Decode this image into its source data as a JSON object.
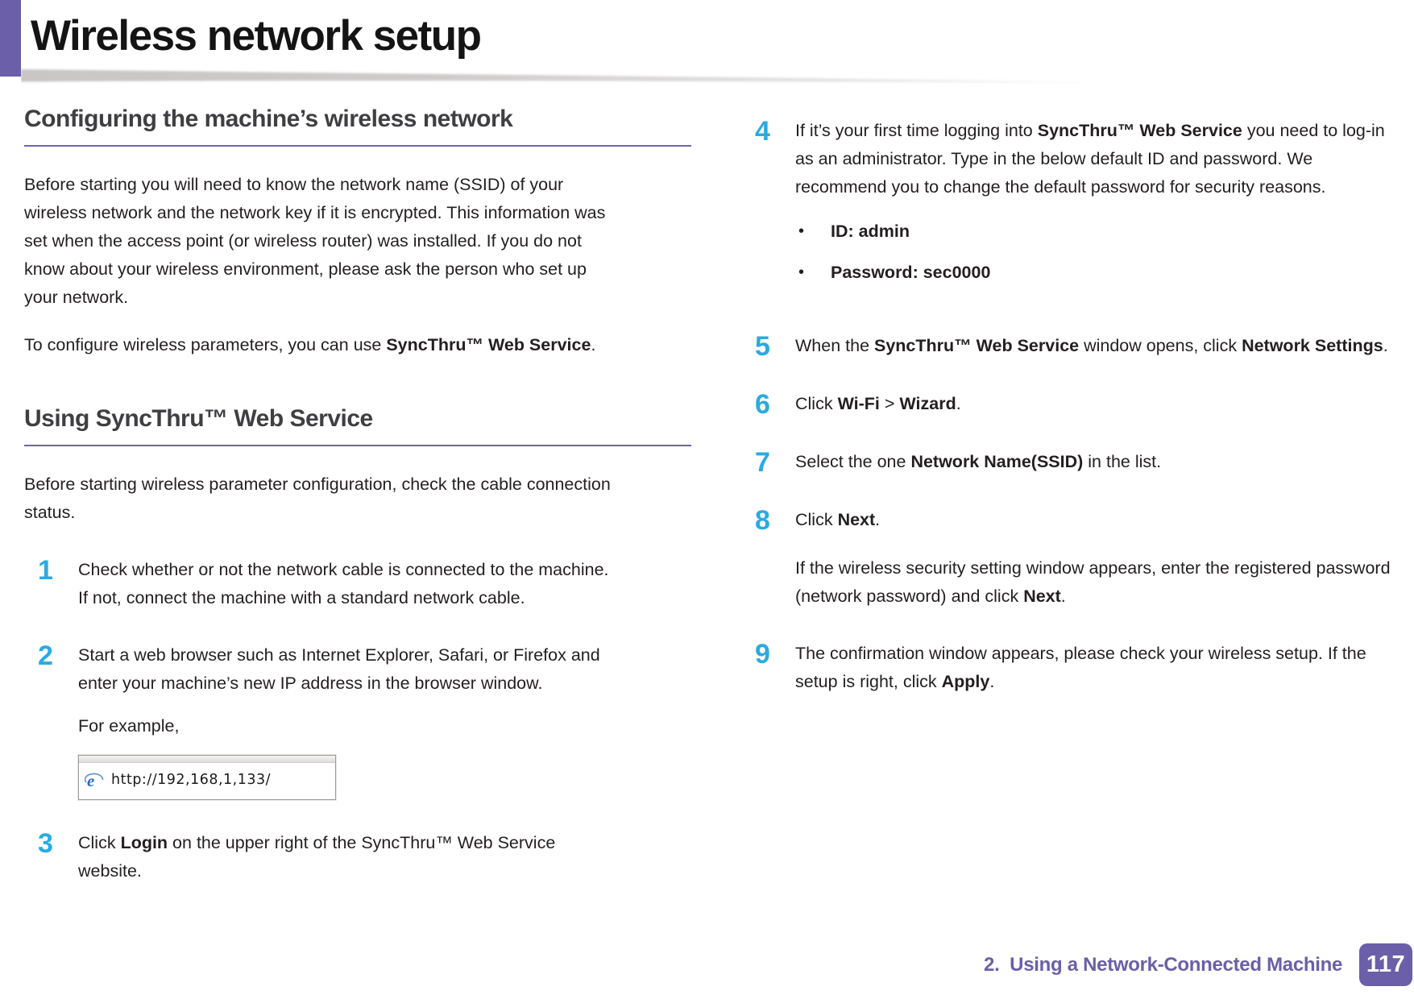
{
  "colors": {
    "accent_purple": "#6a5fa8",
    "step_number_cyan": "#29abe2",
    "heading_gray": "#3f3e41",
    "body_black": "#231f20"
  },
  "header": {
    "title": "Wireless network setup"
  },
  "sections": {
    "configuring": {
      "heading": "Configuring the machine’s wireless network",
      "p1": [
        {
          "t": "Before starting you will need to know the network name (SSID) of your wireless network and the network key if it is encrypted. This information was set when the access point (or wireless router) was installed. If you do not know about your wireless environment, please ask the person who set up your network."
        }
      ],
      "p2": [
        {
          "t": "To configure wireless parameters, you can use "
        },
        {
          "t": "SyncThru™ Web Service",
          "b": true
        },
        {
          "t": "."
        }
      ]
    },
    "using": {
      "heading": "Using SyncThru™ Web Service",
      "p1": [
        {
          "t": "Before starting wireless parameter configuration, check the cable connection status."
        }
      ]
    }
  },
  "steps_left": [
    {
      "num": "1",
      "body": [
        {
          "t": "Check whether or not the network cable is connected to the machine. If not, connect the machine with a standard network cable."
        }
      ]
    },
    {
      "num": "2",
      "body": [
        {
          "t": "Start a web browser such as Internet Explorer, Safari, or Firefox and enter your machine’s new IP address in the browser window."
        }
      ],
      "example_label": "For example,",
      "address_bar": {
        "icon": "internet-explorer-icon",
        "url": "http://192,168,1,133/"
      }
    },
    {
      "num": "3",
      "body": [
        {
          "t": "Click "
        },
        {
          "t": "Login",
          "b": true
        },
        {
          "t": " on the upper right of the SyncThru™ Web Service website."
        }
      ]
    }
  ],
  "steps_right": [
    {
      "num": "4",
      "body": [
        {
          "t": "If it’s your first time logging into "
        },
        {
          "t": "SyncThru™ Web Service",
          "b": true
        },
        {
          "t": " you need to log-in as an administrator.  Type in the below default ID and password. We recommend you to change the default password for security reasons."
        }
      ],
      "bullets": [
        [
          {
            "t": "ID: admin",
            "b": true
          }
        ],
        [
          {
            "t": "Password: sec0000",
            "b": true
          }
        ]
      ]
    },
    {
      "num": "5",
      "body": [
        {
          "t": "When the "
        },
        {
          "t": "SyncThru™ Web Service",
          "b": true
        },
        {
          "t": " window opens, click "
        },
        {
          "t": "Network Settings",
          "b": true
        },
        {
          "t": "."
        }
      ]
    },
    {
      "num": "6",
      "body": [
        {
          "t": "Click "
        },
        {
          "t": "Wi-Fi",
          "b": true
        },
        {
          "t": " > "
        },
        {
          "t": "Wizard",
          "b": true
        },
        {
          "t": "."
        }
      ]
    },
    {
      "num": "7",
      "body": [
        {
          "t": "Select the one "
        },
        {
          "t": "Network Name(SSID)",
          "b": true
        },
        {
          "t": " in the list."
        }
      ]
    },
    {
      "num": "8",
      "body": [
        {
          "t": "Click "
        },
        {
          "t": "Next",
          "b": true
        },
        {
          "t": "."
        }
      ],
      "para2": [
        {
          "t": "If the wireless security setting window appears, enter the registered password (network password) and click "
        },
        {
          "t": "Next",
          "b": true
        },
        {
          "t": "."
        }
      ]
    },
    {
      "num": "9",
      "body": [
        {
          "t": "The confirmation window appears, please check your wireless setup. If the setup is right, click "
        },
        {
          "t": "Apply",
          "b": true
        },
        {
          "t": "."
        }
      ]
    }
  ],
  "footer": {
    "chapter": "2.  Using a Network-Connected Machine",
    "page_number": "117"
  }
}
